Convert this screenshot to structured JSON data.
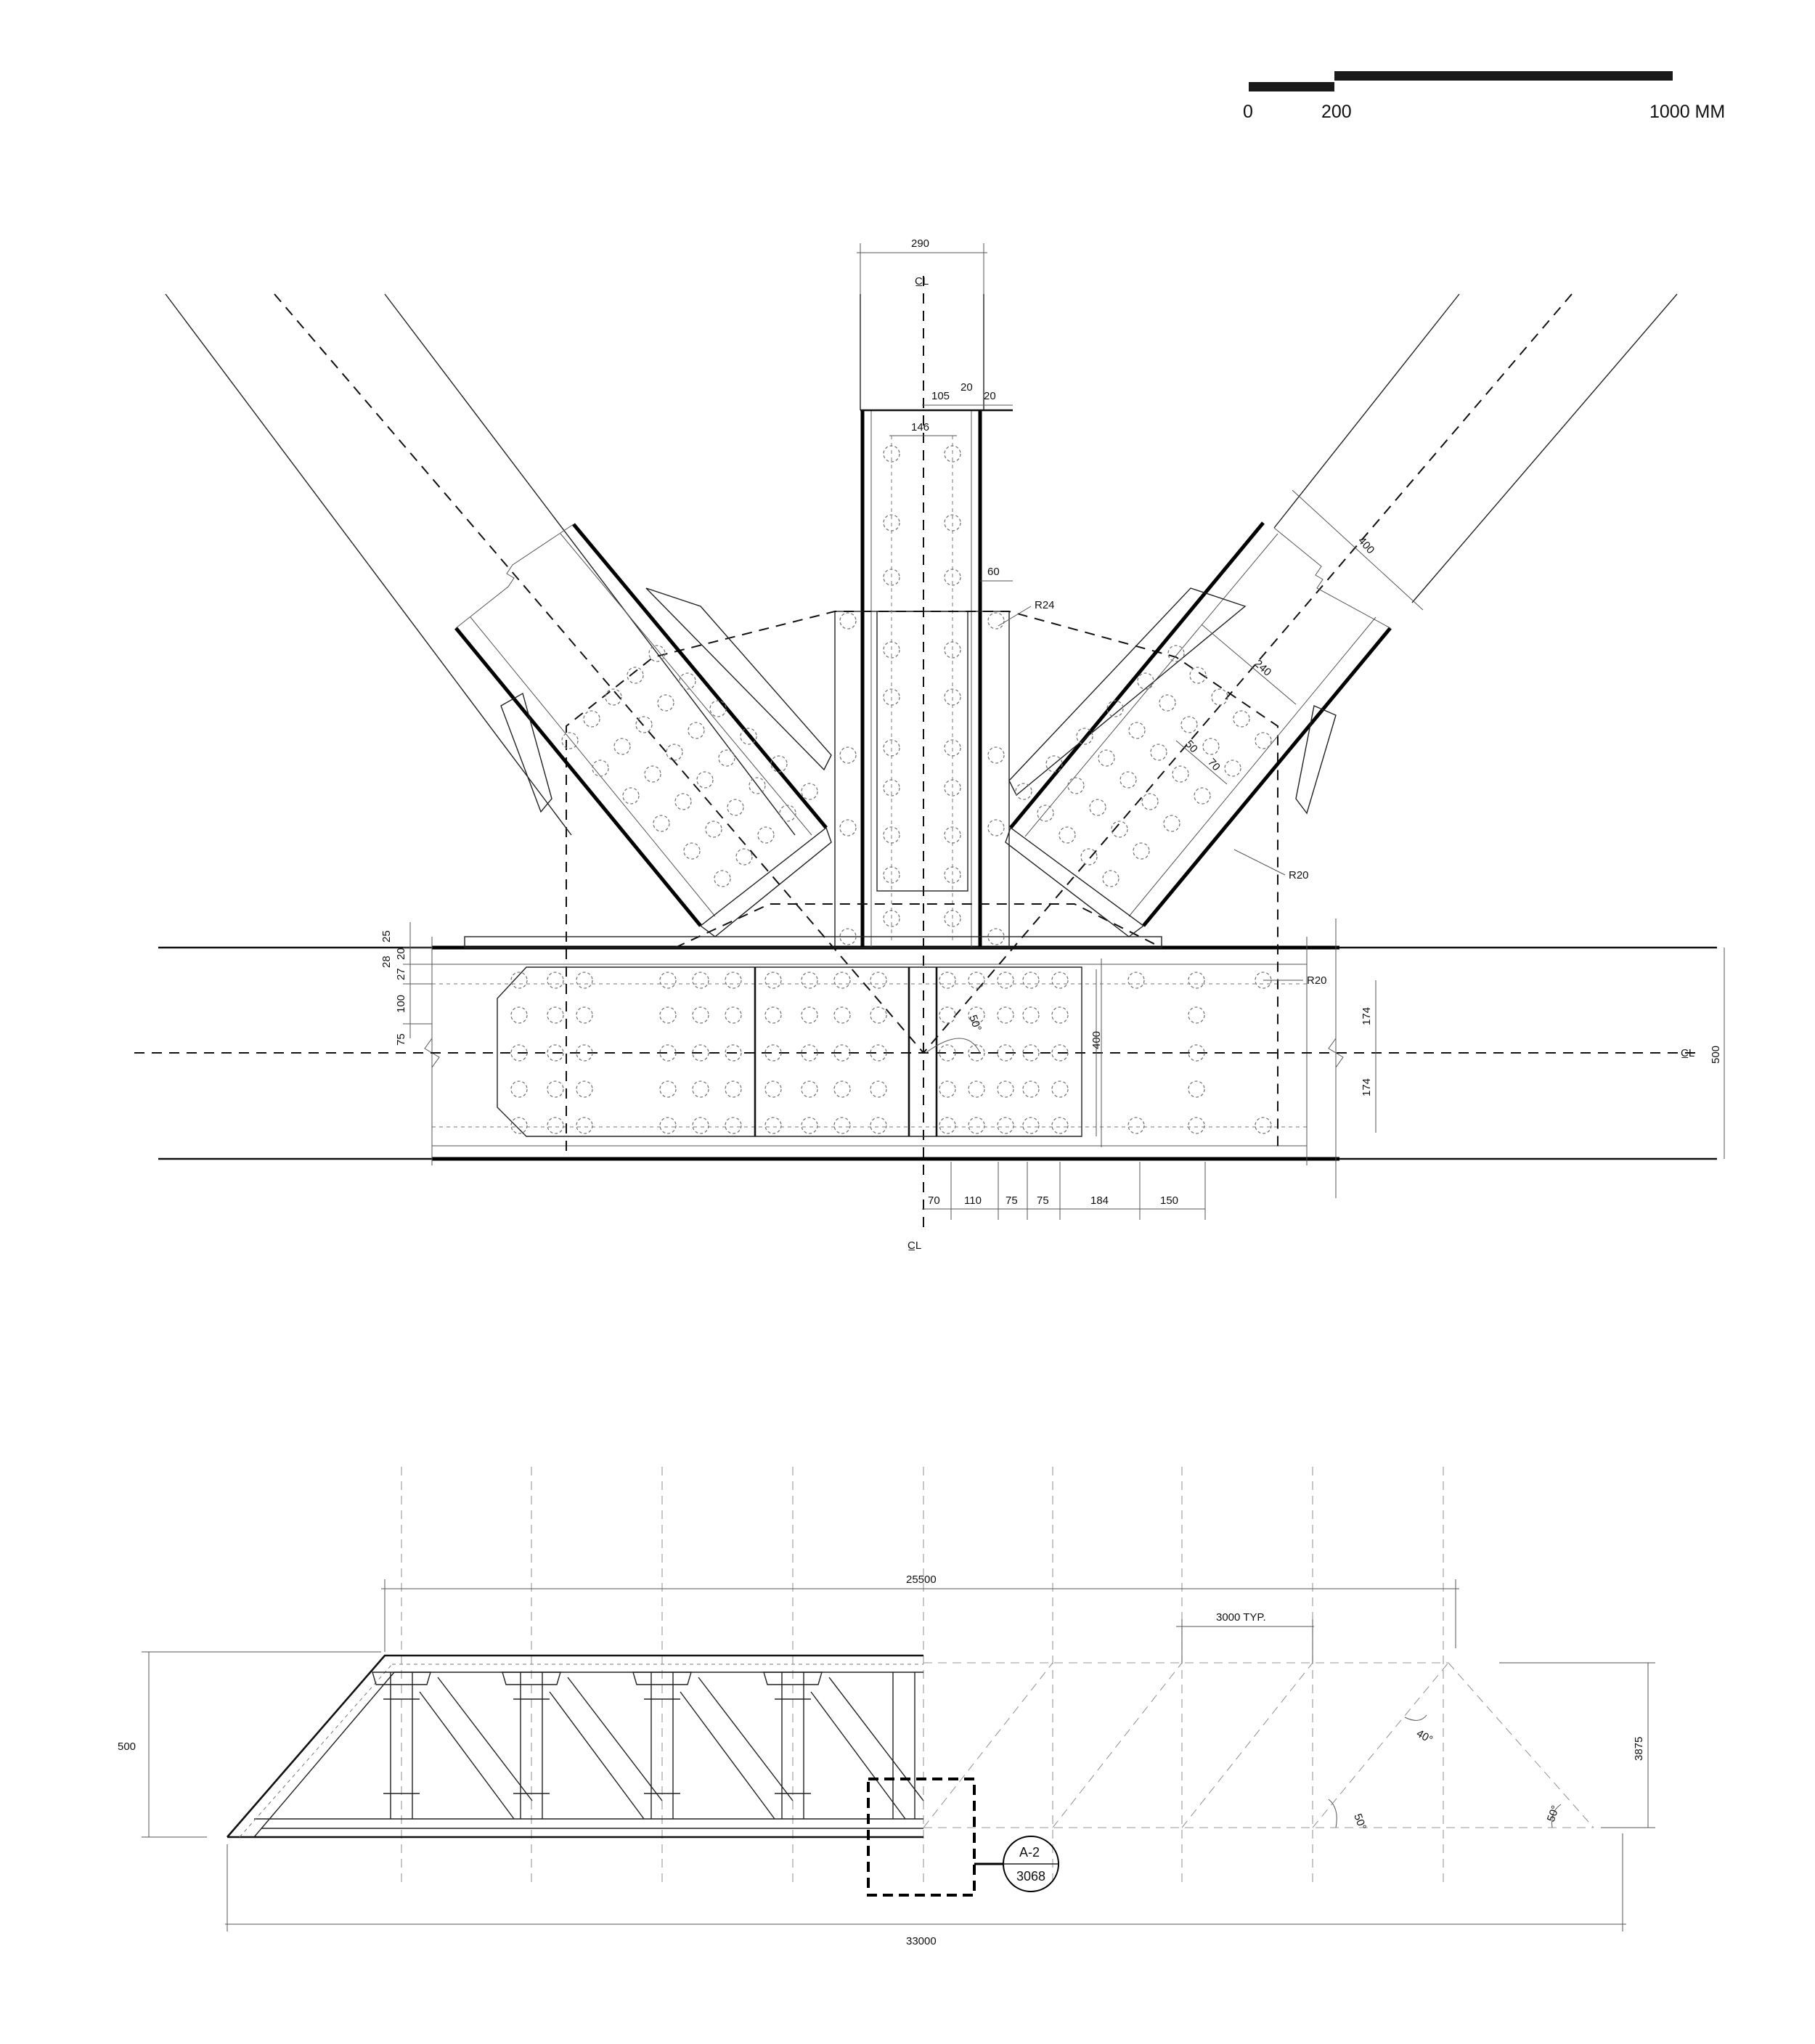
{
  "scale_bar": {
    "label_0": "0",
    "label_200": "200",
    "label_1000": "1000 MM"
  },
  "detail": {
    "centerline": "C̲L",
    "post_width": "290",
    "dim_105": "105",
    "dim_20a": "20",
    "dim_20b": "20",
    "dim_146": "146",
    "dim_60": "60",
    "radius_24": "R24",
    "diag_400": "400",
    "diag_240": "240",
    "diag_50": "50",
    "diag_70": "70",
    "radius_20_upper": "R20",
    "radius_20_lower": "R20",
    "left_stack": [
      "25",
      "28",
      "27",
      "20",
      "100",
      "75"
    ],
    "angle_50": "50°",
    "plate_400": "400",
    "right_174a": "174",
    "right_174b": "174",
    "chord_500": "500",
    "bottom_dims": [
      "70",
      "110",
      "75",
      "75",
      "184",
      "150"
    ]
  },
  "truss": {
    "overall_top": "25500",
    "spacing": "3000 TYP.",
    "depth_left": "500",
    "depth_right": "3875",
    "angle_40": "40°",
    "angle_50a": "50°",
    "angle_50b": "50°",
    "overall_bottom": "33000",
    "callout_top": "A-2",
    "callout_bottom": "3068"
  }
}
